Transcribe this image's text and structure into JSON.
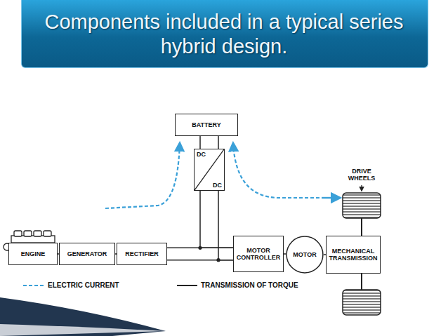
{
  "diagram": {
    "title": "Components included in a typical series hybrid design.",
    "nodes": [
      {
        "text": [
          "BATTERY"
        ]
      },
      {
        "text": [
          "DC",
          "DC"
        ]
      },
      {
        "text": [
          "ENGINE"
        ]
      },
      {
        "text": [
          "GENERATOR"
        ]
      },
      {
        "text": [
          "RECTIFIER"
        ]
      },
      {
        "text": [
          "MOTOR CONTROLLER"
        ]
      },
      {
        "text": [
          "MOTOR"
        ]
      },
      {
        "text": [
          "MECHANICAL TRANSMISSION"
        ]
      }
    ],
    "edges": [
      {
        "from": 0,
        "to": 1,
        "arrow": "none"
      },
      {
        "from": 1,
        "to": 5,
        "arrow": "none"
      },
      {
        "from": 2,
        "to": 3,
        "arrow": "none"
      },
      {
        "from": 3,
        "to": 4,
        "arrow": "none"
      },
      {
        "from": 4,
        "to": 5,
        "arrow": "none"
      },
      {
        "from": 5,
        "to": 6,
        "arrow": "none"
      },
      {
        "from": 6,
        "to": 7,
        "arrow": "none"
      }
    ],
    "labels": [
      "DRIVE WHEELS"
    ],
    "legend": [
      {
        "text": "ELECTRIC CURRENT"
      },
      {
        "text": "TRANSMISSION OF TORQUE"
      }
    ]
  }
}
